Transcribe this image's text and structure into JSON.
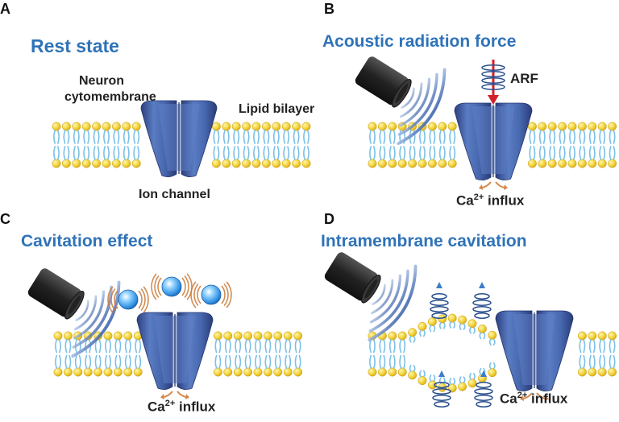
{
  "panels": [
    {
      "letter": "A",
      "title": "Rest state"
    },
    {
      "letter": "B",
      "title": "Acoustic radiation force"
    },
    {
      "letter": "C",
      "title": "Cavitation effect"
    },
    {
      "letter": "D",
      "title": "Intramembrane cavitation"
    }
  ],
  "labels": {
    "neuron_line1": "Neuron",
    "neuron_line2": "cytomembrane",
    "lipid_bilayer": "Lipid bilayer",
    "ion_channel": "Ion channel",
    "arf": "ARF",
    "influx_prefix": "Ca",
    "influx_charge": "2+",
    "influx_suffix": " influx"
  },
  "colors": {
    "title_blue": "#2f73b8",
    "lipid_head": "#f2d33a",
    "lipid_tail": "#7cc0e6",
    "channel_blue": "#4767b0",
    "wave_blue": "#6c8fc9",
    "arf_arrow": "#d4202a",
    "bubble_blue": "#2f8fe0",
    "bubble_ring": "#c87a3a",
    "ion_arrow": "#d4874a"
  },
  "icons": [
    "ultrasound-transducer-icon",
    "acoustic-wave-icon",
    "microbubble-icon",
    "ion-channel-icon",
    "arf-arrow-icon",
    "ion-flux-arrow-icon"
  ]
}
